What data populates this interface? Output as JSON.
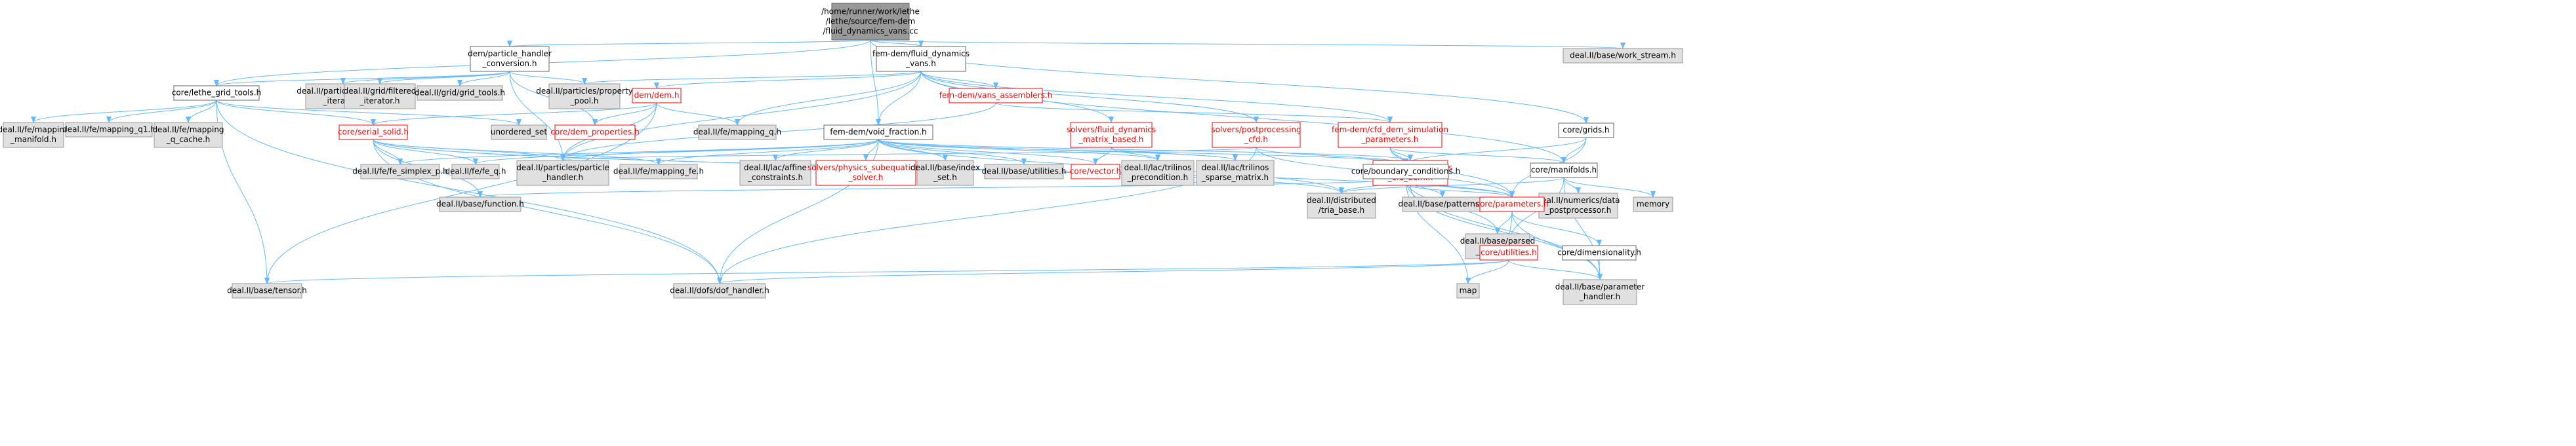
{
  "nodes": [
    {
      "id": "root",
      "lines": [
        "/home/runner/work/lethe",
        "/lethe/source/fem-dem",
        "/fluid_dynamics_vans.cc"
      ],
      "style": "root"
    },
    {
      "id": "pconv",
      "lines": [
        "dem/particle_handler",
        "_conversion.h"
      ],
      "style": "normal"
    },
    {
      "id": "fdv",
      "lines": [
        "fem-dem/fluid_dynamics",
        "_vans.h"
      ],
      "style": "normal"
    },
    {
      "id": "workstream",
      "lines": [
        "deal.II/base/work_stream.h"
      ],
      "style": "gray"
    },
    {
      "id": "grids",
      "lines": [
        "core/grids.h"
      ],
      "style": "normal"
    },
    {
      "id": "lgt",
      "lines": [
        "core/lethe_grid_tools.h"
      ],
      "style": "normal"
    },
    {
      "id": "ppi",
      "lines": [
        "deal.II/particles/particle",
        "_iterator.h"
      ],
      "style": "gray"
    },
    {
      "id": "gfi",
      "lines": [
        "deal.II/grid/filtered",
        "_iterator.h"
      ],
      "style": "gray"
    },
    {
      "id": "ggt",
      "lines": [
        "deal.II/grid/grid_tools.h"
      ],
      "style": "gray"
    },
    {
      "id": "ppp",
      "lines": [
        "deal.II/particles/property",
        "_pool.h"
      ],
      "style": "gray"
    },
    {
      "id": "demh",
      "lines": [
        "dem/dem.h"
      ],
      "style": "red"
    },
    {
      "id": "vasm",
      "lines": [
        "fem-dem/vans_assemblers.h"
      ],
      "style": "red"
    },
    {
      "id": "mapman",
      "lines": [
        "deal.II/fe/mapping",
        "_manifold.h"
      ],
      "style": "gray"
    },
    {
      "id": "mapq1",
      "lines": [
        "deal.II/fe/mapping_q1.h"
      ],
      "style": "gray"
    },
    {
      "id": "mapqc",
      "lines": [
        "deal.II/fe/mapping",
        "_q_cache.h"
      ],
      "style": "gray"
    },
    {
      "id": "serial",
      "lines": [
        "core/serial_solid.h"
      ],
      "style": "red"
    },
    {
      "id": "unset",
      "lines": [
        "unordered_set"
      ],
      "style": "gray"
    },
    {
      "id": "demprop",
      "lines": [
        "core/dem_properties.h"
      ],
      "style": "red"
    },
    {
      "id": "mapqh",
      "lines": [
        "deal.II/fe/mapping_q.h"
      ],
      "style": "gray"
    },
    {
      "id": "vf",
      "lines": [
        "fem-dem/void_fraction.h"
      ],
      "style": "normal"
    },
    {
      "id": "fdmb",
      "lines": [
        "solvers/fluid_dynamics",
        "_matrix_based.h"
      ],
      "style": "red"
    },
    {
      "id": "postcfd",
      "lines": [
        "solvers/postprocessing",
        "_cfd.h"
      ],
      "style": "red"
    },
    {
      "id": "cfddem",
      "lines": [
        "fem-dem/cfd_dem_simulation",
        "_parameters.h"
      ],
      "style": "red"
    },
    {
      "id": "manif",
      "lines": [
        "core/manifolds.h"
      ],
      "style": "normal"
    },
    {
      "id": "simplex",
      "lines": [
        "deal.II/fe/fe_simplex_p.h"
      ],
      "style": "gray"
    },
    {
      "id": "feq",
      "lines": [
        "deal.II/fe/fe_q.h"
      ],
      "style": "gray"
    },
    {
      "id": "pph",
      "lines": [
        "deal.II/particles/particle",
        "_handler.h"
      ],
      "style": "gray"
    },
    {
      "id": "mapfe",
      "lines": [
        "deal.II/fe/mapping_fe.h"
      ],
      "style": "gray"
    },
    {
      "id": "affine",
      "lines": [
        "deal.II/lac/affine",
        "_constraints.h"
      ],
      "style": "gray"
    },
    {
      "id": "physsub",
      "lines": [
        "solvers/physics_subequations",
        "_solver.h"
      ],
      "style": "red"
    },
    {
      "id": "idxset",
      "lines": [
        "deal.II/base/index",
        "_set.h"
      ],
      "style": "gray"
    },
    {
      "id": "utilities",
      "lines": [
        "deal.II/base/utilities.h"
      ],
      "style": "gray"
    },
    {
      "id": "vector",
      "lines": [
        "core/vector.h"
      ],
      "style": "red"
    },
    {
      "id": "trilprec",
      "lines": [
        "deal.II/lac/trilinos",
        "_precondition.h"
      ],
      "style": "gray"
    },
    {
      "id": "trilsparse",
      "lines": [
        "deal.II/lac/trilinos",
        "_sparse_matrix.h"
      ],
      "style": "gray"
    },
    {
      "id": "fdparam",
      "lines": [
        "fem-dem/parameters",
        "_cfd_dem.h"
      ],
      "style": "red"
    },
    {
      "id": "bc",
      "lines": [
        "core/boundary_conditions.h"
      ],
      "style": "normal"
    },
    {
      "id": "numpost",
      "lines": [
        "deal.II/numerics/data",
        "_postprocessor.h"
      ],
      "style": "gray"
    },
    {
      "id": "memory",
      "lines": [
        "memory"
      ],
      "style": "gray"
    },
    {
      "id": "func",
      "lines": [
        "deal.II/base/function.h"
      ],
      "style": "gray"
    },
    {
      "id": "distr",
      "lines": [
        "deal.II/distributed",
        "/tria_base.h"
      ],
      "style": "gray"
    },
    {
      "id": "patterns",
      "lines": [
        "deal.II/base/patterns.h"
      ],
      "style": "gray"
    },
    {
      "id": "params",
      "lines": [
        "core/parameters.h"
      ],
      "style": "red"
    },
    {
      "id": "parsed",
      "lines": [
        "deal.II/base/parsed",
        "_function.h"
      ],
      "style": "gray"
    },
    {
      "id": "coreutil",
      "lines": [
        "core/utilities.h"
      ],
      "style": "red"
    },
    {
      "id": "dimen",
      "lines": [
        "core/dimensionality.h"
      ],
      "style": "normal"
    },
    {
      "id": "tensor",
      "lines": [
        "deal.II/base/tensor.h"
      ],
      "style": "gray"
    },
    {
      "id": "dofh",
      "lines": [
        "deal.II/dofs/dof_handler.h"
      ],
      "style": "gray"
    },
    {
      "id": "map",
      "lines": [
        "map"
      ],
      "style": "gray"
    },
    {
      "id": "paramh",
      "lines": [
        "deal.II/base/parameter",
        "_handler.h"
      ],
      "style": "gray"
    }
  ],
  "edges": [
    [
      "root",
      "pconv"
    ],
    [
      "root",
      "fdv"
    ],
    [
      "root",
      "workstream"
    ],
    [
      "root",
      "grids"
    ],
    [
      "root",
      "lgt"
    ],
    [
      "root",
      "vf"
    ],
    [
      "pconv",
      "ppi"
    ],
    [
      "pconv",
      "gfi"
    ],
    [
      "pconv",
      "ggt"
    ],
    [
      "pconv",
      "ppp"
    ],
    [
      "pconv",
      "demprop"
    ],
    [
      "pconv",
      "lgt"
    ],
    [
      "pconv",
      "pph"
    ],
    [
      "fdv",
      "demh"
    ],
    [
      "fdv",
      "vasm"
    ],
    [
      "fdv",
      "cfddem"
    ],
    [
      "fdv",
      "manif"
    ],
    [
      "fdv",
      "mapqh"
    ],
    [
      "fdv",
      "ppp"
    ],
    [
      "fdv",
      "vf"
    ],
    [
      "fdv",
      "postcfd"
    ],
    [
      "fdv",
      "fdmb"
    ],
    [
      "fdv",
      "pph"
    ],
    [
      "lgt",
      "mapman"
    ],
    [
      "lgt",
      "mapq1"
    ],
    [
      "lgt",
      "mapqc"
    ],
    [
      "lgt",
      "serial"
    ],
    [
      "lgt",
      "unset"
    ],
    [
      "lgt",
      "tensor"
    ],
    [
      "lgt",
      "dofh"
    ],
    [
      "demh",
      "serial"
    ],
    [
      "demh",
      "demprop"
    ],
    [
      "demh",
      "mapqh"
    ],
    [
      "demh",
      "tensor"
    ],
    [
      "demh",
      "pph"
    ],
    [
      "vasm",
      "cfddem"
    ],
    [
      "vasm",
      "pph"
    ],
    [
      "serial",
      "simplex"
    ],
    [
      "serial",
      "feq"
    ],
    [
      "serial",
      "pph"
    ],
    [
      "serial",
      "mapfe"
    ],
    [
      "serial",
      "func"
    ],
    [
      "serial",
      "distr"
    ],
    [
      "serial",
      "params"
    ],
    [
      "serial",
      "dofh"
    ],
    [
      "vf",
      "affine"
    ],
    [
      "vf",
      "physsub"
    ],
    [
      "vf",
      "idxset"
    ],
    [
      "vf",
      "utilities"
    ],
    [
      "vf",
      "vector"
    ],
    [
      "vf",
      "trilprec"
    ],
    [
      "vf",
      "trilsparse"
    ],
    [
      "vf",
      "fdparam"
    ],
    [
      "vf",
      "bc"
    ],
    [
      "vf",
      "pph"
    ],
    [
      "vf",
      "mapfe"
    ],
    [
      "vf",
      "feq"
    ],
    [
      "vf",
      "simplex"
    ],
    [
      "vf",
      "dofh"
    ],
    [
      "vf",
      "distr"
    ],
    [
      "fdmb",
      "vector"
    ],
    [
      "fdmb",
      "trilprec"
    ],
    [
      "fdmb",
      "trilsparse"
    ],
    [
      "postcfd",
      "pph"
    ],
    [
      "postcfd",
      "bc"
    ],
    [
      "postcfd",
      "params"
    ],
    [
      "postcfd",
      "dofh"
    ],
    [
      "cfddem",
      "fdparam"
    ],
    [
      "cfddem",
      "bc"
    ],
    [
      "cfddem",
      "params"
    ],
    [
      "cfddem",
      "manif"
    ],
    [
      "grids",
      "manif"
    ],
    [
      "grids",
      "bc"
    ],
    [
      "grids",
      "params"
    ],
    [
      "manif",
      "numpost"
    ],
    [
      "manif",
      "memory"
    ],
    [
      "manif",
      "distr"
    ],
    [
      "manif",
      "coreutil"
    ],
    [
      "manif",
      "paramh"
    ],
    [
      "fdparam",
      "params"
    ],
    [
      "fdparam",
      "paramh"
    ],
    [
      "bc",
      "func"
    ],
    [
      "bc",
      "distr"
    ],
    [
      "bc",
      "patterns"
    ],
    [
      "bc",
      "params"
    ],
    [
      "bc",
      "parsed"
    ],
    [
      "bc",
      "map"
    ],
    [
      "bc",
      "paramh"
    ],
    [
      "params",
      "parsed"
    ],
    [
      "params",
      "coreutil"
    ],
    [
      "params",
      "dimen"
    ],
    [
      "params",
      "paramh"
    ],
    [
      "coreutil",
      "tensor"
    ],
    [
      "coreutil",
      "dofh"
    ],
    [
      "coreutil",
      "map"
    ],
    [
      "coreutil",
      "paramh"
    ],
    [
      "dimen",
      "paramh"
    ]
  ]
}
